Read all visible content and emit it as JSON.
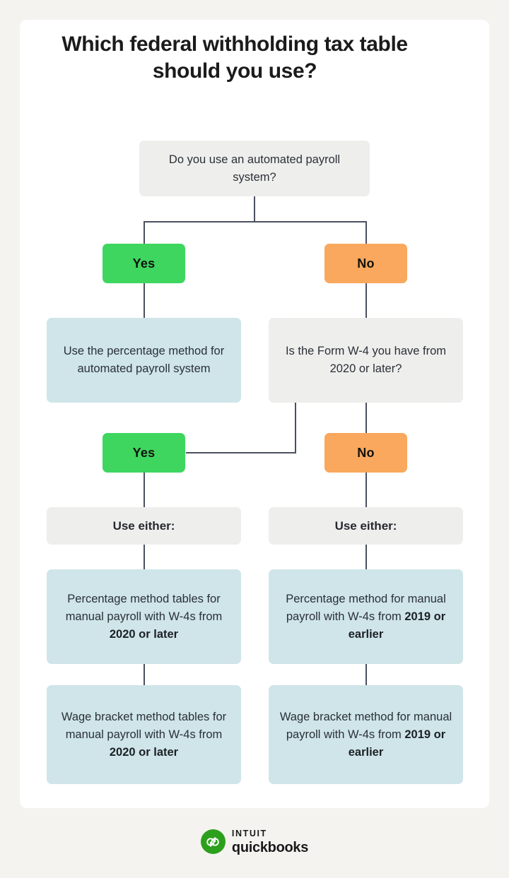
{
  "meta": {
    "title": "Which federal withholding tax table should you use?",
    "colors": {
      "page_background": "#f4f3f0",
      "card_background": "#ffffff",
      "grey_node": "#eeeeec",
      "blue_node": "#cfe5e9",
      "yes_pill": "#3ed65f",
      "no_pill": "#f9a85d",
      "connector_line": "#4b5060",
      "brand_green": "#2ca01c",
      "text": "#2b3038"
    }
  },
  "chart_data": {
    "type": "diagram",
    "title": "Which federal withholding tax table should you use?",
    "nodes": [
      {
        "id": "q1",
        "kind": "question",
        "text": "Do you use an automated payroll system?"
      },
      {
        "id": "q1-yes",
        "kind": "answer",
        "text": "Yes"
      },
      {
        "id": "q1-no",
        "kind": "answer",
        "text": "No"
      },
      {
        "id": "out-auto",
        "kind": "outcome",
        "text": "Use the percentage method for automated payroll system"
      },
      {
        "id": "q2",
        "kind": "question",
        "text": "Is the Form W-4 you have from 2020 or later?"
      },
      {
        "id": "q2-yes",
        "kind": "answer",
        "text": "Yes"
      },
      {
        "id": "q2-no",
        "kind": "answer",
        "text": "No"
      },
      {
        "id": "either-l",
        "kind": "label",
        "text": "Use either:"
      },
      {
        "id": "either-r",
        "kind": "label",
        "text": "Use either:"
      },
      {
        "id": "out-pct-2020",
        "kind": "outcome",
        "text": "Percentage method tables for manual payroll with W-4s from 2020 or later"
      },
      {
        "id": "out-wage-2020",
        "kind": "outcome",
        "text": "Wage bracket method tables for manual payroll with W-4s from 2020 or later"
      },
      {
        "id": "out-pct-2019",
        "kind": "outcome",
        "text": "Percentage method for manual payroll with W-4s from 2019 or earlier"
      },
      {
        "id": "out-wage-2019",
        "kind": "outcome",
        "text": "Wage bracket method for manual payroll with W-4s from 2019 or earlier"
      }
    ],
    "edges": [
      {
        "from": "q1",
        "to": "q1-yes",
        "label": "Yes"
      },
      {
        "from": "q1",
        "to": "q1-no",
        "label": "No"
      },
      {
        "from": "q1-yes",
        "to": "out-auto"
      },
      {
        "from": "q1-no",
        "to": "q2"
      },
      {
        "from": "q2",
        "to": "q2-yes",
        "label": "Yes"
      },
      {
        "from": "q2",
        "to": "q2-no",
        "label": "No"
      },
      {
        "from": "q2-yes",
        "to": "either-l"
      },
      {
        "from": "q2-no",
        "to": "either-r"
      },
      {
        "from": "either-l",
        "to": "out-pct-2020"
      },
      {
        "from": "either-l",
        "to": "out-wage-2020"
      },
      {
        "from": "either-r",
        "to": "out-pct-2019"
      },
      {
        "from": "either-r",
        "to": "out-wage-2019"
      }
    ]
  },
  "flow": {
    "q1": "Do you use an automated payroll system?",
    "yes1": "Yes",
    "no1": "No",
    "auto_outcome": "Use the percentage method for automated payroll system",
    "q2": "Is the Form W-4 you have from 2020 or later?",
    "yes2": "Yes",
    "no2": "No",
    "use_either_left": "Use either:",
    "use_either_right": "Use either:",
    "left_pct_lead": "Percentage method tables for manual payroll with W-4s from ",
    "left_pct_bold": "2020 or later",
    "left_wage_lead": "Wage bracket method tables for manual payroll with W-4s from ",
    "left_wage_bold": "2020 or later",
    "right_pct_lead": "Percentage method for manual payroll with W-4s from ",
    "right_pct_bold": "2019 or earlier",
    "right_wage_lead": "Wage bracket method for manual payroll with W-4s from ",
    "right_wage_bold": "2019 or earlier"
  },
  "footer": {
    "brand_intuit": "INTUIT",
    "brand_product": "quickbooks",
    "logo_monogram": "qb"
  }
}
